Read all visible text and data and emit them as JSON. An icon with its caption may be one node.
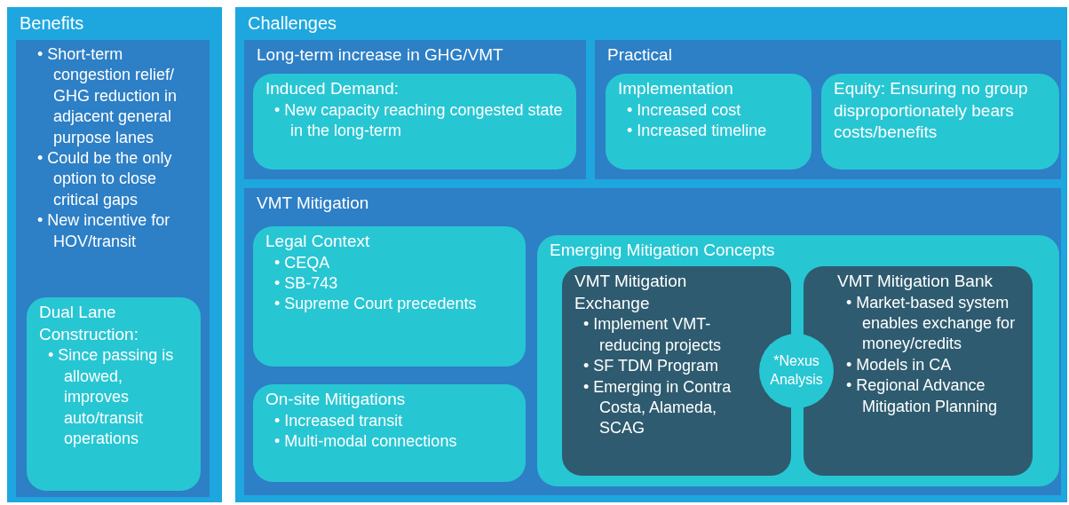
{
  "diagram": {
    "nodes": [
      {
        "text": [
          "Benefits"
        ]
      },
      {
        "text": [
          "• Short-term congestion relief/ GHG reduction in adjacent general purpose lanes",
          "• Could be the only option to close critical gaps",
          "• New incentive for HOV/transit"
        ],
        "in": 0
      },
      {
        "text": [
          "Dual Lane Construction:",
          "• Since passing is allowed, improves auto/transit operations"
        ],
        "in": 1
      },
      {
        "text": [
          "Challenges"
        ]
      },
      {
        "text": [
          "Long-term increase in GHG/VMT"
        ],
        "in": 3
      },
      {
        "text": [
          "Induced Demand:",
          "• New capacity reaching congested state in the long-term"
        ],
        "in": 4
      },
      {
        "text": [
          "Practical"
        ],
        "in": 3
      },
      {
        "text": [
          "Implementation",
          "• Increased cost",
          "• Increased timeline"
        ],
        "in": 6
      },
      {
        "text": [
          "Equity: Ensuring no group disproportionately bears costs/benefits"
        ],
        "in": 6
      },
      {
        "text": [
          "VMT Mitigation"
        ],
        "in": 3
      },
      {
        "text": [
          "Legal Context",
          "• CEQA",
          "• SB-743",
          "• Supreme Court precedents"
        ],
        "in": 9
      },
      {
        "text": [
          "On-site Mitigations",
          "• Increased transit",
          "• Multi-modal connections"
        ],
        "in": 9
      },
      {
        "text": [
          "Emerging Mitigation Concepts"
        ],
        "in": 9
      },
      {
        "text": [
          "VMT Mitigation Exchange",
          "• Implement VMT-reducing projects",
          "• SF TDM Program",
          "• Emerging in Contra Costa, Alameda, SCAG"
        ],
        "in": 12
      },
      {
        "text": [
          "VMT Mitigation Bank",
          "• Market-based system enables exchange for money/credits",
          "• Models in CA",
          "• Regional Advance Mitigation Planning"
        ],
        "in": 12
      },
      {
        "text": [
          "*Nexus Analysis"
        ],
        "in": 12
      }
    ]
  }
}
